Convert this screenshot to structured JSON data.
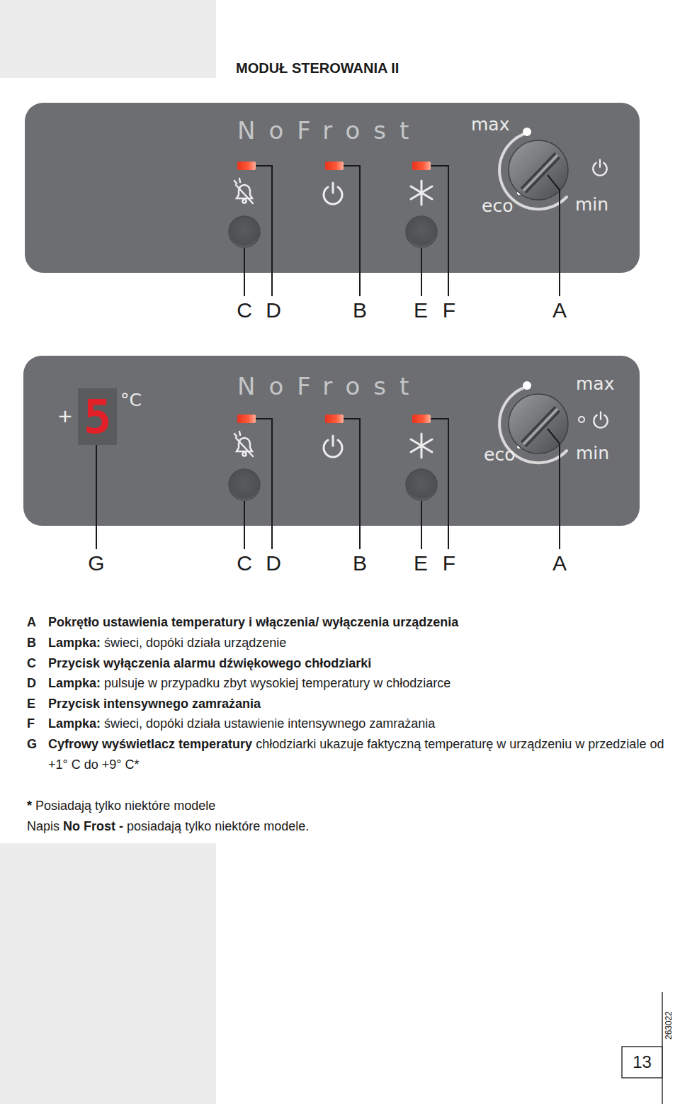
{
  "diagram": {
    "title": "MODUŁ STEROWANIA II",
    "nodes": [
      {
        "text": [
          "NoFrost",
          "max",
          "eco",
          "min"
        ]
      },
      {
        "text": [
          "+",
          "°C",
          "NoFrost",
          "max",
          "eco",
          "min"
        ]
      },
      {
        "text": [
          "5"
        ],
        "in": 1
      }
    ],
    "labels": [
      "C",
      "D",
      "B",
      "E",
      "F",
      "A",
      "G",
      "C",
      "D",
      "B",
      "E",
      "F",
      "A",
      "A",
      "Pokrętło ustawienia temperatury i włączenia/ wyłączenia urządzenia",
      "B",
      "Lampka:",
      "świeci, dopóki działa urządzenie",
      "C",
      "Przycisk wyłączenia alarmu dźwiękowego chłodziarki",
      "D",
      "Lampka:",
      "pulsuje w przypadku zbyt wysokiej temperatury w chłodziarce",
      "E",
      "Przycisk intensywnego zamrażania",
      "F",
      "Lampka:",
      "świeci, dopóki działa ustawienie intensywnego zamrażania",
      "G",
      "Cyfrowy wyświetlacz temperatury",
      "chłodziarki ukazuje faktyczną temperaturę w urządzeniu w przedziale od +1° C do +9° C*",
      "*",
      "Posiadają tylko niektóre modele",
      "Napis",
      "No Frost -",
      "posiadają tylko niektóre modele.",
      "13",
      "263022"
    ]
  }
}
